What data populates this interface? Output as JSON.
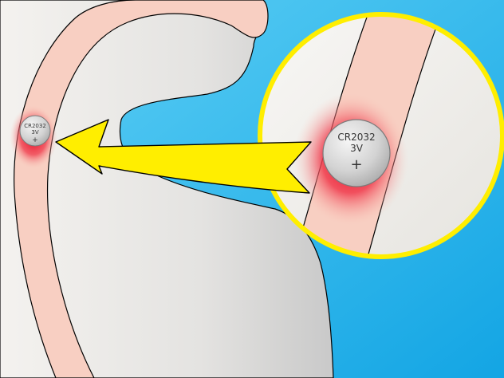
{
  "battery_small": {
    "line1": "CR2032",
    "line2": "3V",
    "polarity": "+"
  },
  "battery_zoom": {
    "line1": "CR2032",
    "line2": "3V",
    "polarity": "+"
  },
  "colors": {
    "background_sky": "#29b6ec",
    "tissue_fill": "#e6e6e4",
    "esophagus_fill": "#f8cfc2",
    "burn_red": "#e8001c",
    "arrow_yellow": "#ffee00",
    "magnifier_rim": "#ffee00",
    "battery_silver": "#cfcfcf",
    "outline": "#000000"
  }
}
